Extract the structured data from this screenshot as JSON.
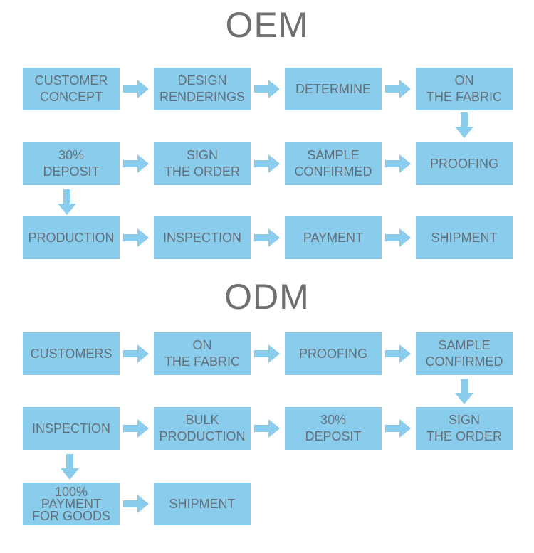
{
  "colors": {
    "box_fill": "#8accec",
    "box_text": "#65717a",
    "arrow": "#8accec",
    "title": "#707070"
  },
  "oem": {
    "title": "OEM",
    "steps": [
      {
        "label": "CUSTOMER\nCONCEPT"
      },
      {
        "label": "DESIGN\nRENDERINGS"
      },
      {
        "label": "DETERMINE"
      },
      {
        "label": "ON\nTHE FABRIC"
      },
      {
        "label": "PROOFING"
      },
      {
        "label": "SAMPLE\nCONFIRMED"
      },
      {
        "label": "SIGN\nTHE ORDER"
      },
      {
        "label": "30%\nDEPOSIT"
      },
      {
        "label": "PRODUCTION"
      },
      {
        "label": "INSPECTION"
      },
      {
        "label": "PAYMENT"
      },
      {
        "label": "SHIPMENT"
      }
    ]
  },
  "odm": {
    "title": "ODM",
    "steps": [
      {
        "label": "CUSTOMERS"
      },
      {
        "label": "ON\nTHE FABRIC"
      },
      {
        "label": "PROOFING"
      },
      {
        "label": "SAMPLE\nCONFIRMED"
      },
      {
        "label": "SIGN\nTHE ORDER"
      },
      {
        "label": "30%\nDEPOSIT"
      },
      {
        "label": "BULK\nPRODUCTION"
      },
      {
        "label": "INSPECTION"
      },
      {
        "label": "100%\nPAYMENT\nFOR GOODS"
      },
      {
        "label": "SHIPMENT"
      }
    ]
  }
}
